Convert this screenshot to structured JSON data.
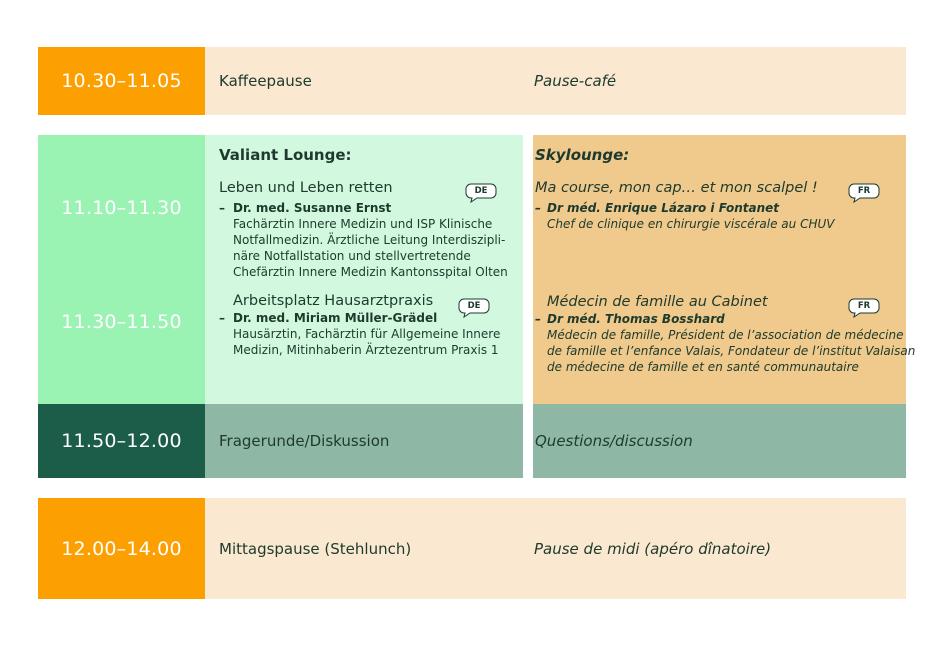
{
  "rows": {
    "break1": {
      "time": "10.30–11.05",
      "de": "Kaffeepause",
      "fr": "Pause-café"
    },
    "session1": {
      "time": "11.10–11.30"
    },
    "session2": {
      "time": "11.30–11.50"
    },
    "qa": {
      "time": "11.50–12.00",
      "de": "Fragerunde/Diskussion",
      "fr": "Questions/discussion"
    },
    "lunch": {
      "time": "12.00–14.00",
      "de": "Mittagspause (Stehlunch)",
      "fr": "Pause de midi (apéro dînatoire)"
    }
  },
  "de_track": {
    "room": "Valiant Lounge:",
    "talk1": {
      "title": "Leben und Leben retten",
      "lang": "DE",
      "speaker": "Dr. med. Susanne Ernst",
      "desc": [
        "Fachärztin Innere Medizin und ISP Klinische",
        "Notfallmedizin. Ärztliche Leitung Interdiszipli-",
        "näre Notfallstation und stellvertretende",
        "Chefärztin Innere Medizin Kantonsspital Olten"
      ]
    },
    "talk2": {
      "title": "Arbeitsplatz Hausarztpraxis",
      "lang": "DE",
      "speaker": "Dr. med. Miriam Müller-Grädel",
      "desc": [
        "Hausärztin, Fachärztin für Allgemeine Innere",
        "Medizin, Mitinhaberin Ärztezentrum Praxis 1"
      ]
    }
  },
  "fr_track": {
    "room": "Skylounge:",
    "talk1": {
      "title": "Ma course, mon cap… et mon scalpel !",
      "lang": "FR",
      "speaker": "Dr méd. Enrique Lázaro i Fontanet",
      "desc": [
        "Chef de clinique en chirurgie viscérale au CHUV"
      ]
    },
    "talk2": {
      "title": "Médecin de famille au Cabinet",
      "lang": "FR",
      "speaker": "Dr méd. Thomas Bosshard",
      "desc": [
        "Médecin de famille, Président de l’association de médecine",
        "de famille et l’enfance Valais, Fondateur de l’institut Valaisan",
        "de médecine de famille et en santé communautaire"
      ]
    }
  },
  "dash": "–",
  "colors": {
    "orange": "#fba000",
    "peach": "#fbe8d0",
    "mint": "#9af2b3",
    "mint_light": "#d2f8df",
    "tan": "#f0c98c",
    "sage": "#8fb7a6",
    "dark_green": "#1b5d48",
    "text": "#1d3a2d"
  }
}
